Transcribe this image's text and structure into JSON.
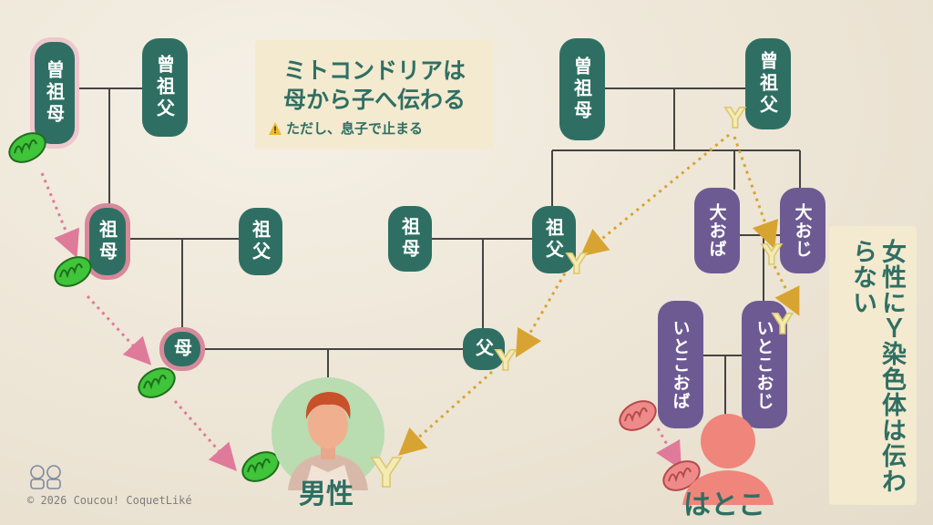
{
  "title": {
    "line1": "ミトコンドリアは",
    "line2": "母から子へ伝わる",
    "note": "ただし、息子で止まる"
  },
  "side_note": "女性にＹ染色体は伝わらない",
  "nodes": {
    "ggm": "曽祖母",
    "ggf_left": "曾祖父",
    "gm_left": "祖母",
    "gf_left": "祖父",
    "mother": "母",
    "gm_right": "祖母",
    "ggm_right": "曽祖母",
    "ggf_right": "曾祖父",
    "gf_right": "祖父",
    "father": "父",
    "great_aunt": "大おば",
    "great_uncle": "大おじ",
    "cousin_aunt": "いとこおば",
    "cousin_uncle": "いとこおじ"
  },
  "people": {
    "male": "男性",
    "second_cousin": "はとこ"
  },
  "y_symbol": "Y",
  "footer": "© 2026 Coucou! CoquetLiké",
  "colors": {
    "green_node": "#2f6f63",
    "purple_node": "#6d5a93",
    "mito_green": "#3fc43a",
    "mito_pink": "#ef8a8a",
    "y_arrow": "#d8a431",
    "pink_arrow": "#e07a9a"
  }
}
